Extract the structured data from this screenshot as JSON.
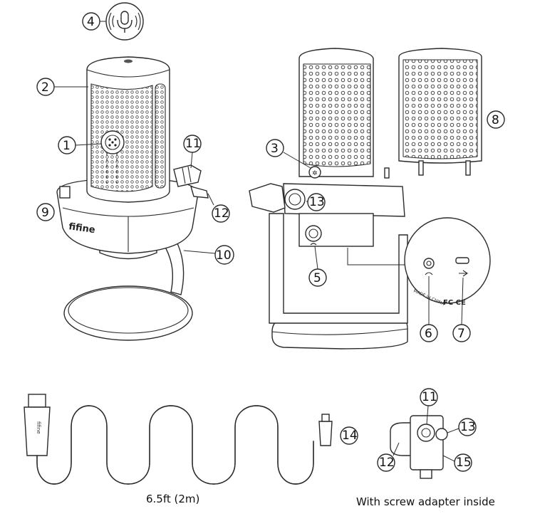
{
  "callouts": {
    "c1": "1",
    "c2": "2",
    "c3": "3",
    "c4": "4",
    "c5": "5",
    "c6": "6",
    "c7": "7",
    "c8": "8",
    "c9": "9",
    "c10": "10",
    "c11": "11",
    "c12": "12",
    "c13": "13",
    "c14": "14",
    "c11b": "11",
    "c12b": "12",
    "c13b": "13",
    "c15": "15"
  },
  "brand": "fifine",
  "cable_length": "6.5ft (2m)",
  "adapter_caption": "With screw adapter inside",
  "icons": {
    "mute": "mic-mute-touch-icon",
    "gain": "gain-knob-icon",
    "headphone": "headphone-jack-icon",
    "usb": "usb-icon"
  }
}
